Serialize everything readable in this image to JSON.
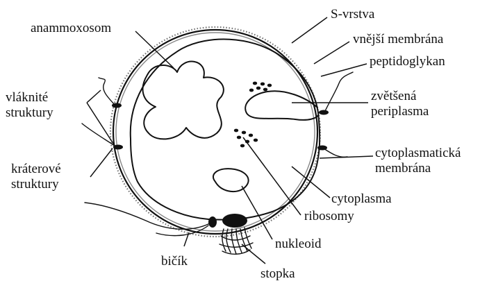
{
  "labels": {
    "s_layer": "S-vrstva",
    "outer_membrane": "vnější membrána",
    "peptidoglycan": "peptidoglykan",
    "anammoxosome": "anammoxosom",
    "enlarged_periplasm_1": "zvětšená",
    "enlarged_periplasm_2": "periplasma",
    "filament_structures_1": "vláknité",
    "filament_structures_2": "struktury",
    "crater_structures_1": "kráterové",
    "crater_structures_2": "struktury",
    "cytoplasmic_membrane_1": "cytoplasmatická",
    "cytoplasmic_membrane_2": "membrána",
    "cytoplasm": "cytoplasma",
    "ribosomes": "ribosomy",
    "nucleoid": "nukleoid",
    "flagellum": "bičík",
    "stalk": "stopka"
  }
}
